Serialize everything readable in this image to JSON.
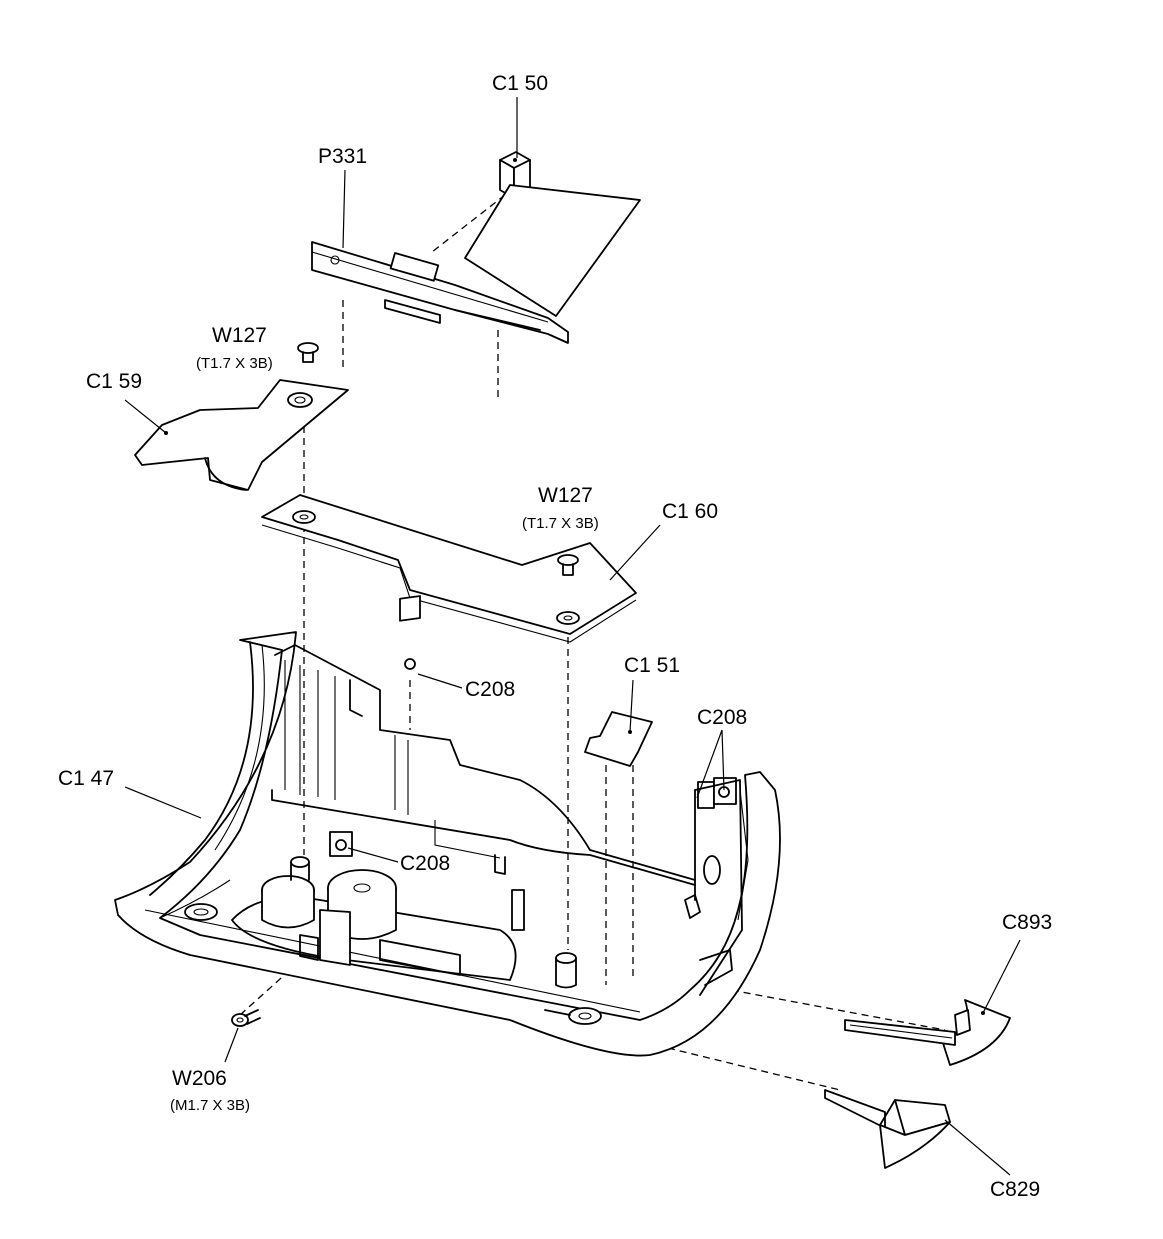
{
  "labels": {
    "c1150": "C1 50",
    "p331": "P331",
    "w127_a": "W127",
    "w127_a_spec": "(T1.7 X 3B)",
    "c1159": "C1 59",
    "w127_b": "W127",
    "w127_b_spec": "(T1.7 X 3B)",
    "c1160": "C1 60",
    "c208_a": "C208",
    "c1151": "C1 51",
    "c208_b": "C208",
    "c1147": "C1 47",
    "c208_c": "C208",
    "c893": "C893",
    "w206": "W206",
    "w206_spec": "(M1.7 X 3B)",
    "c829": "C829"
  },
  "colors": {
    "line": "#000000",
    "background": "#ffffff"
  }
}
